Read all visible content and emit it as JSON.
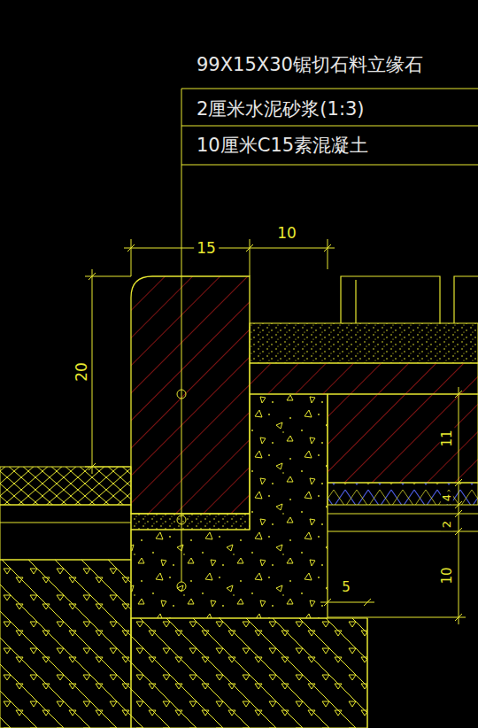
{
  "diagram": {
    "labels": [
      "99X15X30锯切石料立缘石",
      "2厘米水泥砂浆(1:3)",
      "10厘米C15素混凝土",
      "15",
      "10",
      "20",
      "11",
      "4",
      "2",
      "10",
      "5"
    ]
  }
}
